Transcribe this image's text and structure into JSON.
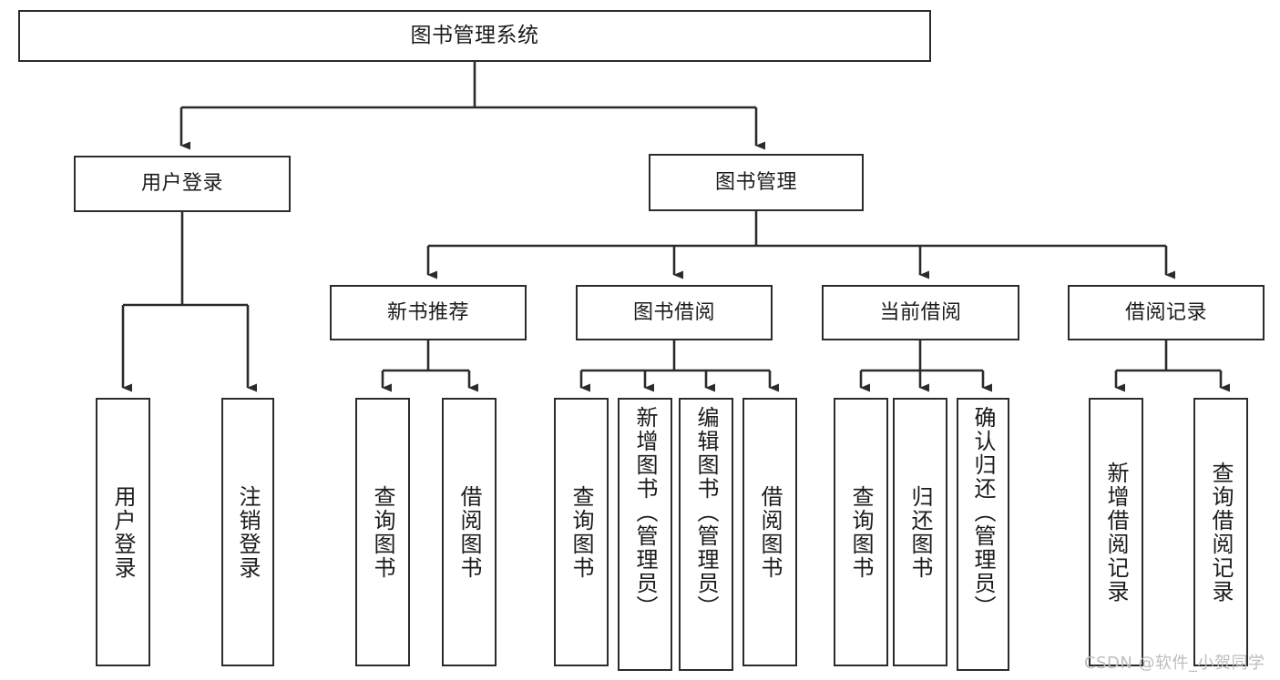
{
  "diagram": {
    "type": "hierarchy-tree",
    "title": "图书管理系统",
    "watermark": "CSDN @软件_小贺同学",
    "colors": {
      "border": "#2b2b2b",
      "background": "#ffffff",
      "text": "#1b1b1b",
      "connector": "#333333",
      "watermark": "#bdbdbd"
    },
    "levels": {
      "level1": [
        {
          "id": "root",
          "label": "图书管理系统"
        }
      ],
      "level2": [
        {
          "id": "user-login",
          "label": "用户登录"
        },
        {
          "id": "book-management",
          "label": "图书管理"
        }
      ],
      "level3": [
        {
          "id": "new-book-recommend",
          "label": "新书推荐"
        },
        {
          "id": "book-borrow",
          "label": "图书借阅"
        },
        {
          "id": "current-borrow",
          "label": "当前借阅"
        },
        {
          "id": "borrow-record",
          "label": "借阅记录"
        }
      ],
      "level4": [
        {
          "id": "leaf-user-login",
          "label": "用户登录",
          "parent": "user-login"
        },
        {
          "id": "leaf-logout-login",
          "label": "注销登录",
          "parent": "user-login"
        },
        {
          "id": "leaf-query-book-1",
          "label": "查询图书",
          "parent": "new-book-recommend"
        },
        {
          "id": "leaf-borrow-book-1",
          "label": "借阅图书",
          "parent": "new-book-recommend"
        },
        {
          "id": "leaf-query-book-2",
          "label": "查询图书",
          "parent": "book-borrow"
        },
        {
          "id": "leaf-add-book",
          "label": "新增图书（管理员）",
          "parent": "book-borrow"
        },
        {
          "id": "leaf-edit-book",
          "label": "编辑图书（管理员）",
          "parent": "book-borrow"
        },
        {
          "id": "leaf-borrow-book-2",
          "label": "借阅图书",
          "parent": "book-borrow"
        },
        {
          "id": "leaf-query-book-3",
          "label": "查询图书",
          "parent": "current-borrow"
        },
        {
          "id": "leaf-return-book",
          "label": "归还图书",
          "parent": "current-borrow"
        },
        {
          "id": "leaf-confirm-return",
          "label": "确认归还（管理员）",
          "parent": "current-borrow"
        },
        {
          "id": "leaf-add-record",
          "label": "新增借阅记录",
          "parent": "borrow-record"
        },
        {
          "id": "leaf-query-record",
          "label": "查询借阅记录",
          "parent": "borrow-record"
        }
      ]
    }
  }
}
